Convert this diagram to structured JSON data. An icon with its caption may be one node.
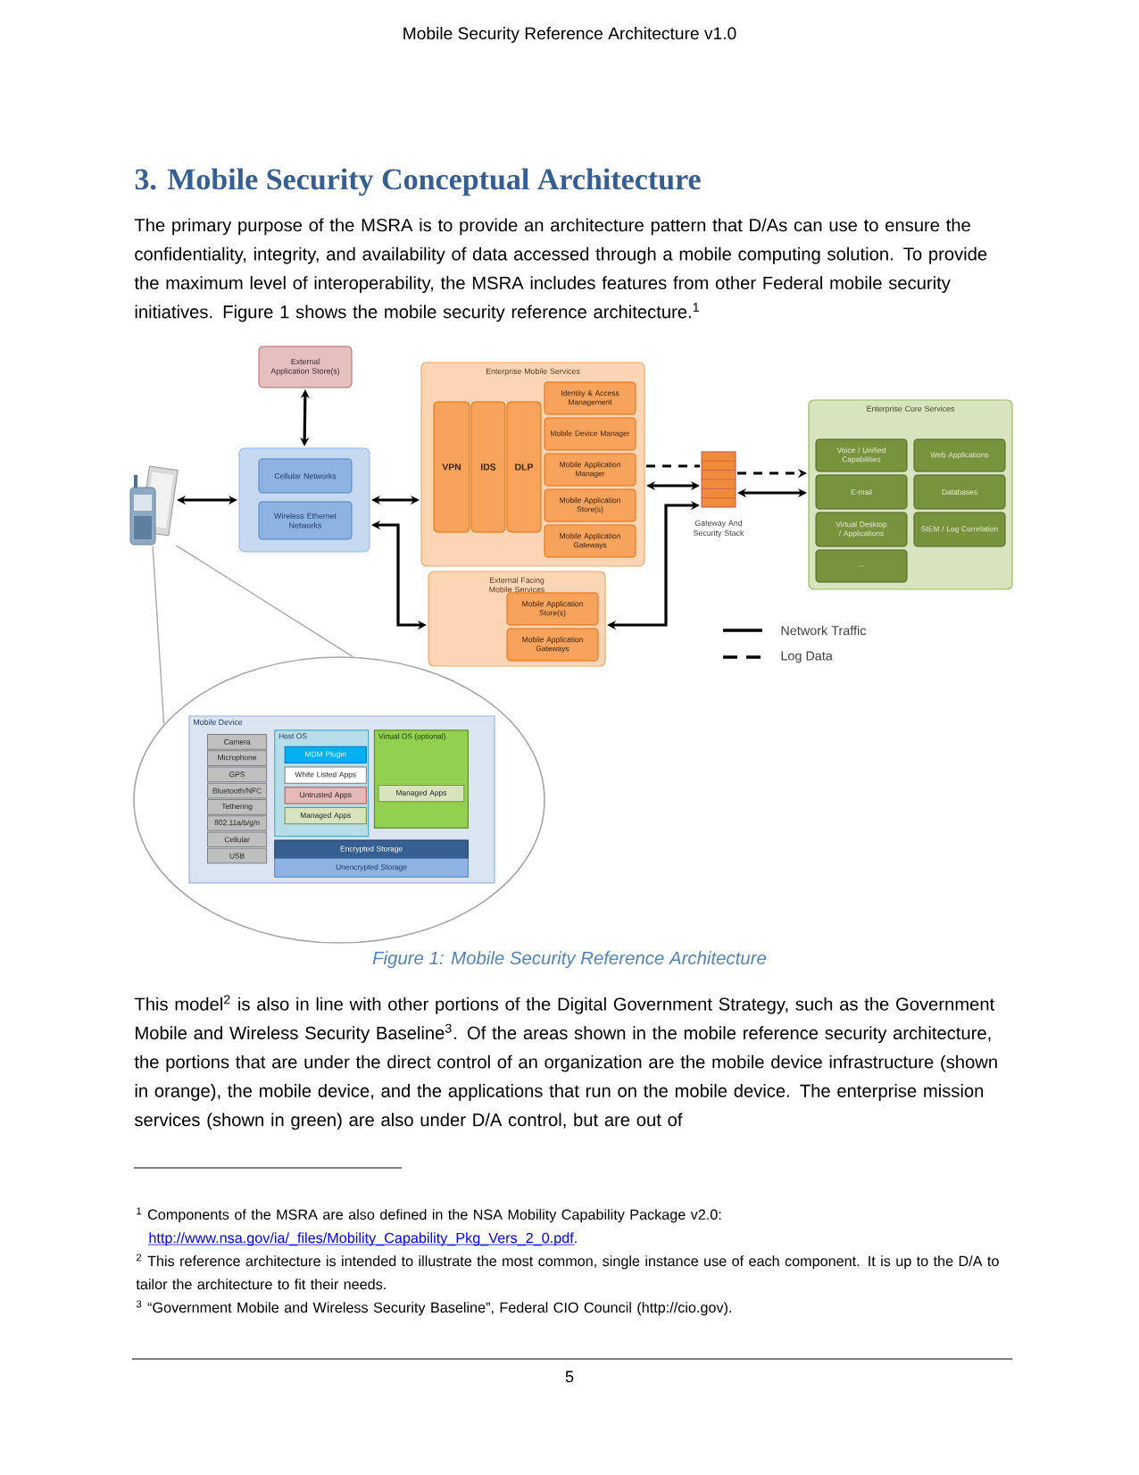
{
  "diagram": {
    "title": "3. Mobile Security Conceptual Architecture",
    "caption": "Figure 1: Mobile Security Reference Architecture",
    "nodes": [
      {
        "text": [
          "External Application Store(s)"
        ]
      },
      {
        "text": [],
        "shape": "box"
      },
      {
        "text": [
          "Cellular Networks"
        ],
        "in": 1
      },
      {
        "text": [
          "Wireless Ethernet Networks"
        ],
        "in": 1
      },
      {
        "text": [],
        "shape": "phone"
      },
      {
        "text": [
          "Enterprise Mobile Services"
        ]
      },
      {
        "text": [
          "VPN"
        ],
        "in": 5
      },
      {
        "text": [
          "IDS"
        ],
        "in": 5
      },
      {
        "text": [
          "DLP"
        ],
        "in": 5
      },
      {
        "text": [
          "Identity & Access Management"
        ],
        "in": 5
      },
      {
        "text": [
          "Mobile Device Manager"
        ],
        "in": 5
      },
      {
        "text": [
          "Mobile Application Manager"
        ],
        "in": 5
      },
      {
        "text": [
          "Mobile Application Store(s)"
        ],
        "in": 5
      },
      {
        "text": [
          "Mobile Application Gateways"
        ],
        "in": 5
      },
      {
        "text": [
          "External Facing Mobile Services"
        ]
      },
      {
        "text": [
          "Mobile Application Store(s)"
        ],
        "in": 14
      },
      {
        "text": [
          "Mobile Application Gateways"
        ],
        "in": 14
      },
      {
        "text": [
          "Gateway And Security Stack"
        ]
      },
      {
        "text": [
          "Enterprise Core Services"
        ]
      },
      {
        "text": [
          "Voice / Unified Capabilities"
        ],
        "in": 18
      },
      {
        "text": [
          "Web Applications"
        ],
        "in": 18
      },
      {
        "text": [
          "E-mail"
        ],
        "in": 18
      },
      {
        "text": [
          "Databases"
        ],
        "in": 18
      },
      {
        "text": [
          "Virtual Desktop / Applications"
        ],
        "in": 18
      },
      {
        "text": [
          "SIEM / Log Correlation"
        ],
        "in": 18
      },
      {
        "text": [
          "..."
        ],
        "in": 18
      },
      {
        "text": [],
        "shape": "ellipse"
      },
      {
        "text": [
          "Mobile Device"
        ],
        "in": 26
      },
      {
        "text": [
          "Camera"
        ],
        "in": 27
      },
      {
        "text": [
          "Microphone"
        ],
        "in": 27
      },
      {
        "text": [
          "GPS"
        ],
        "in": 27
      },
      {
        "text": [
          "Bluetooth/NFC"
        ],
        "in": 27
      },
      {
        "text": [
          "Tethering"
        ],
        "in": 27
      },
      {
        "text": [
          "802.11a/b/g/n"
        ],
        "in": 27
      },
      {
        "text": [
          "Cellular"
        ],
        "in": 27
      },
      {
        "text": [
          "USB"
        ],
        "in": 27
      },
      {
        "text": [
          "Host OS"
        ],
        "in": 27
      },
      {
        "text": [
          "MDM Plugin"
        ],
        "in": 36
      },
      {
        "text": [
          "White Listed Apps"
        ],
        "in": 36
      },
      {
        "text": [
          "Untrusted Apps"
        ],
        "in": 36
      },
      {
        "text": [
          "Managed Apps"
        ],
        "in": 36
      },
      {
        "text": [
          "Virtual OS (optional)"
        ],
        "in": 27
      },
      {
        "text": [
          "Managed Apps"
        ],
        "in": 41
      },
      {
        "text": [
          "Encrypted Storage"
        ],
        "in": 27
      },
      {
        "text": [
          "Unencrypted Storage"
        ],
        "in": 27
      }
    ],
    "edges": [
      {
        "from": 0,
        "to": 1,
        "arrow": "both"
      },
      {
        "from": 4,
        "to": 1,
        "arrow": "both"
      },
      {
        "from": 1,
        "to": 5,
        "arrow": "both"
      },
      {
        "from": 1,
        "to": 14,
        "arrow": "both"
      },
      {
        "from": 5,
        "to": 17,
        "arrow": "none",
        "style": "dashed"
      },
      {
        "from": 5,
        "to": 17,
        "arrow": "both"
      },
      {
        "from": 17,
        "to": 18,
        "arrow": "to",
        "style": "dashed"
      },
      {
        "from": 17,
        "to": 18,
        "arrow": "both"
      },
      {
        "from": 17,
        "to": 14,
        "arrow": "both"
      },
      {
        "from": 4,
        "to": 26,
        "arrow": "none",
        "color": "#a6a6a6"
      },
      {
        "from": 4,
        "to": 26,
        "arrow": "none",
        "color": "#a6a6a6"
      }
    ],
    "labels": [
      "Mobile Security Reference Architecture v1.0",
      "The primary purpose of the MSRA is to provide an architecture pattern that D/As can use to ensure the confidentiality, integrity, and availability of data accessed through a mobile computing solution. To provide the maximum level of interoperability, the MSRA includes features from other Federal mobile security initiatives. Figure 1 shows the mobile security reference architecture.$^{1}$",
      "This model$^{2}$ is also in line with other portions of the Digital Government Strategy, such as the Government Mobile and Wireless Security Baseline$^{3}$. Of the areas shown in the mobile reference security architecture, the portions that are under the direct control of an organization are the mobile device infrastructure (shown in orange), the mobile device, and the applications that run on the mobile device. The enterprise mission services (shown in green) are also under D/A control, but are out of",
      "$^{1}$ Components of the MSRA are also defined in the NSA Mobility Capability Package v2.0:",
      "http://www.nsa.gov/ia/_files/Mobility_Capability_Pkg_Vers_2_0.pdf.",
      "$^{2}$ This reference architecture is intended to illustrate the most common, single instance use of each component. It is up to the D/A to tailor the architecture to fit their needs.",
      "$^{3}$ “Government Mobile and Wireless Security Baseline”, Federal CIO Council (http://cio.gov).",
      "5"
    ],
    "legend": [
      {
        "text": "Network Traffic"
      },
      {
        "text": "Log Data"
      }
    ]
  }
}
